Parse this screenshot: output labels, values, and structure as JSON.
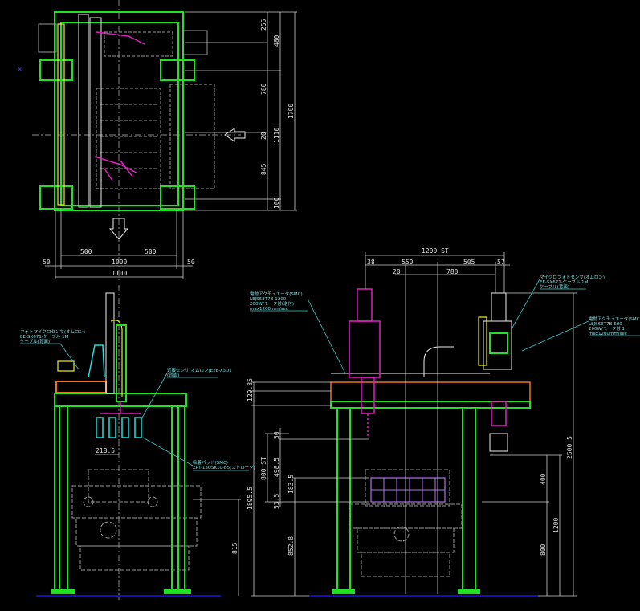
{
  "drawing": {
    "top_view": {
      "right_dims": [
        "255",
        "480",
        "780",
        "20",
        "1110",
        "1700",
        "845",
        "100"
      ],
      "bottom_dims": {
        "left": "500",
        "right": "500",
        "edge_left": "50",
        "inner": "1000",
        "edge_right": "50",
        "overall": "1100"
      }
    },
    "side_view_left": {
      "dim_pitch": "218.5",
      "dim_height": "815",
      "note_sensor": [
        "フォトマイクロセンサ(オムロン)",
        "EE-SX671-ケーブル 1M",
        "ケーブル(背面)"
      ],
      "note_proximity": [
        "近接センサ(オムロン)E2E-X3D1",
        "(背面)"
      ],
      "note_pad": [
        "吸着パッド(SMC)",
        "ZPT-13USK10-B5(ストローク)"
      ]
    },
    "side_view_right": {
      "top_dims": {
        "overall": "1200 ST",
        "a": "38",
        "b": "550",
        "c": "505",
        "d": "57",
        "e": "20",
        "f": "780"
      },
      "left_dims": [
        "129.85",
        "1895.5",
        "800 ST",
        "50",
        "498.5",
        "53.5",
        "183.5",
        "852.8"
      ],
      "right_dims": {
        "overall": "2500.5",
        "upper": "400",
        "lower": "800",
        "total": "1200"
      },
      "note_actuator_left": [
        "電動アクチュエータ(SMC)",
        "LEJS63T7B-1200",
        "200W/モータ付(逆付)",
        "max1200mm/sec"
      ],
      "note_sensor_right": [
        "マイクロフォトセンサ(オムロン)",
        "EE-SX671-ケーブル 1M",
        "ケーブル(背面)"
      ],
      "note_actuator_right": [
        "電動アクチュエータ(SMC)",
        "LEJS63T7B-500",
        "200W/モータ付 1",
        "max1200mm/sec"
      ]
    }
  },
  "colors": {
    "frame": "#22e022",
    "robot": "#e020c0",
    "gripper": "#20e0e0",
    "floor": "#1010c0",
    "machine": "#9a9a9a"
  }
}
